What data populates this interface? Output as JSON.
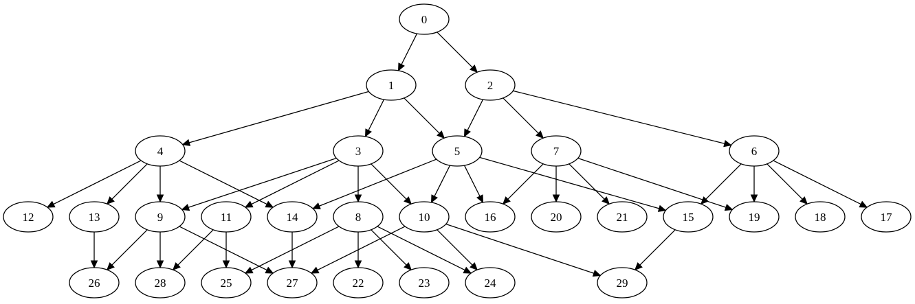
{
  "graph": {
    "nodes": [
      "0",
      "1",
      "2",
      "3",
      "4",
      "5",
      "6",
      "7",
      "8",
      "9",
      "10",
      "11",
      "12",
      "13",
      "14",
      "15",
      "16",
      "17",
      "18",
      "19",
      "20",
      "21",
      "22",
      "23",
      "24",
      "25",
      "26",
      "27",
      "28",
      "29"
    ],
    "edges": [
      [
        "0",
        "1"
      ],
      [
        "0",
        "2"
      ],
      [
        "1",
        "4"
      ],
      [
        "1",
        "3"
      ],
      [
        "1",
        "5"
      ],
      [
        "2",
        "5"
      ],
      [
        "2",
        "7"
      ],
      [
        "2",
        "6"
      ],
      [
        "4",
        "12"
      ],
      [
        "4",
        "13"
      ],
      [
        "4",
        "9"
      ],
      [
        "4",
        "14"
      ],
      [
        "3",
        "9"
      ],
      [
        "3",
        "11"
      ],
      [
        "3",
        "8"
      ],
      [
        "3",
        "10"
      ],
      [
        "5",
        "14"
      ],
      [
        "5",
        "10"
      ],
      [
        "5",
        "16"
      ],
      [
        "5",
        "15"
      ],
      [
        "7",
        "16"
      ],
      [
        "7",
        "20"
      ],
      [
        "7",
        "21"
      ],
      [
        "7",
        "19"
      ],
      [
        "6",
        "15"
      ],
      [
        "6",
        "19"
      ],
      [
        "6",
        "18"
      ],
      [
        "6",
        "17"
      ],
      [
        "13",
        "26"
      ],
      [
        "9",
        "26"
      ],
      [
        "9",
        "28"
      ],
      [
        "9",
        "27"
      ],
      [
        "11",
        "28"
      ],
      [
        "11",
        "25"
      ],
      [
        "14",
        "27"
      ],
      [
        "8",
        "25"
      ],
      [
        "8",
        "22"
      ],
      [
        "8",
        "23"
      ],
      [
        "8",
        "24"
      ],
      [
        "10",
        "27"
      ],
      [
        "10",
        "24"
      ],
      [
        "10",
        "29"
      ],
      [
        "15",
        "29"
      ]
    ]
  }
}
